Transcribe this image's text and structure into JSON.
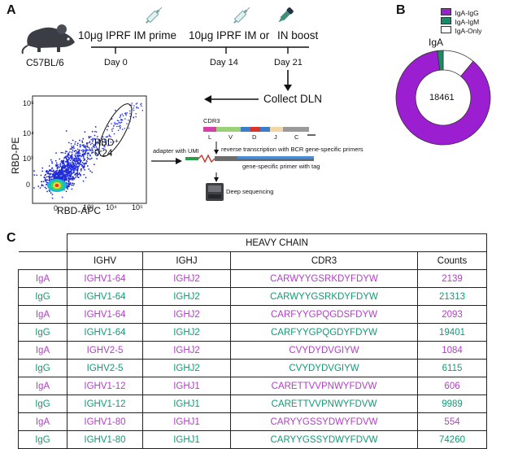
{
  "panels": {
    "a": "A",
    "b": "B",
    "c": "C"
  },
  "schematic": {
    "mouse_label": "C57BL/6",
    "prime": "10μg IPRF IM prime",
    "im_or": "10μg IPRF IM or",
    "boost": "IN boost",
    "days": [
      "Day 0",
      "Day 14",
      "Day 21"
    ],
    "collect": "Collect DLN",
    "flow": {
      "ylabel": "RBD-PE",
      "xlabel": "RBD-APC",
      "gate_label": "RBD⁺",
      "gate_value": "0.24",
      "yticks": [
        "10⁵",
        "10⁴",
        "10³",
        "0"
      ],
      "xticks": [
        "0",
        "10³",
        "10⁴",
        "10⁵"
      ]
    },
    "adapter": "adapter with UMI",
    "cdr3": "CDR3",
    "segments": [
      "L",
      "V",
      "D",
      "J",
      "C"
    ],
    "rt": "reverse transcription with BCR gene-specific primers",
    "primer": "gene-specific primer with tag",
    "sequencing": "Deep sequencing"
  },
  "donut": {
    "title": "IgA",
    "center": "18461",
    "legend": [
      {
        "label": "IgA-IgG",
        "color": "#9b1fd1"
      },
      {
        "label": "IgA-IgM",
        "color": "#1a8a6a"
      },
      {
        "label": "IgA-Only",
        "color": "#ffffff"
      }
    ]
  },
  "chart_data": {
    "type": "pie",
    "title": "IgA",
    "center_value": 18461,
    "categories": [
      "IgA-IgG",
      "IgA-IgM",
      "IgA-Only"
    ],
    "values": [
      0.87,
      0.02,
      0.11
    ],
    "colors": [
      "#9b1fd1",
      "#1a8a6a",
      "#ffffff"
    ],
    "legend_position": "top-right"
  },
  "table": {
    "group_header": "HEAVY CHAIN",
    "columns": [
      "IGHV",
      "IGHJ",
      "CDR3",
      "Counts"
    ],
    "rows": [
      {
        "isotype": "IgA",
        "ighv": "IGHV1-64",
        "ighj": "IGHJ2",
        "cdr3": "CARWYYGSRKDYFDYW",
        "count": "2139"
      },
      {
        "isotype": "IgG",
        "ighv": "IGHV1-64",
        "ighj": "IGHJ2",
        "cdr3": "CARWYYGSRKDYFDYW",
        "count": "21313"
      },
      {
        "isotype": "IgA",
        "ighv": "IGHV1-64",
        "ighj": "IGHJ2",
        "cdr3": "CARFYYGPQGDSFDYW",
        "count": "2093"
      },
      {
        "isotype": "IgG",
        "ighv": "IGHV1-64",
        "ighj": "IGHJ2",
        "cdr3": "CARFYYGPQGDYFDYW",
        "count": "19401"
      },
      {
        "isotype": "IgA",
        "ighv": "IGHV2-5",
        "ighj": "IGHJ2",
        "cdr3": "CVYDYDVGIYW",
        "count": "1084"
      },
      {
        "isotype": "IgG",
        "ighv": "IGHV2-5",
        "ighj": "IGHJ2",
        "cdr3": "CVYDYDVGIYW",
        "count": "6115"
      },
      {
        "isotype": "IgA",
        "ighv": "IGHV1-12",
        "ighj": "IGHJ1",
        "cdr3": "CARETTVVPNWYFDVW",
        "count": "606"
      },
      {
        "isotype": "IgG",
        "ighv": "IGHV1-12",
        "ighj": "IGHJ1",
        "cdr3": "CARETTVVPNWYFDVW",
        "count": "9989"
      },
      {
        "isotype": "IgA",
        "ighv": "IGHV1-80",
        "ighj": "IGHJ1",
        "cdr3": "CARYYGSSYDWYFDVW",
        "count": "554"
      },
      {
        "isotype": "IgG",
        "ighv": "IGHV1-80",
        "ighj": "IGHJ1",
        "cdr3": "CARYYGSSYDWYFDVW",
        "count": "74260"
      }
    ]
  }
}
